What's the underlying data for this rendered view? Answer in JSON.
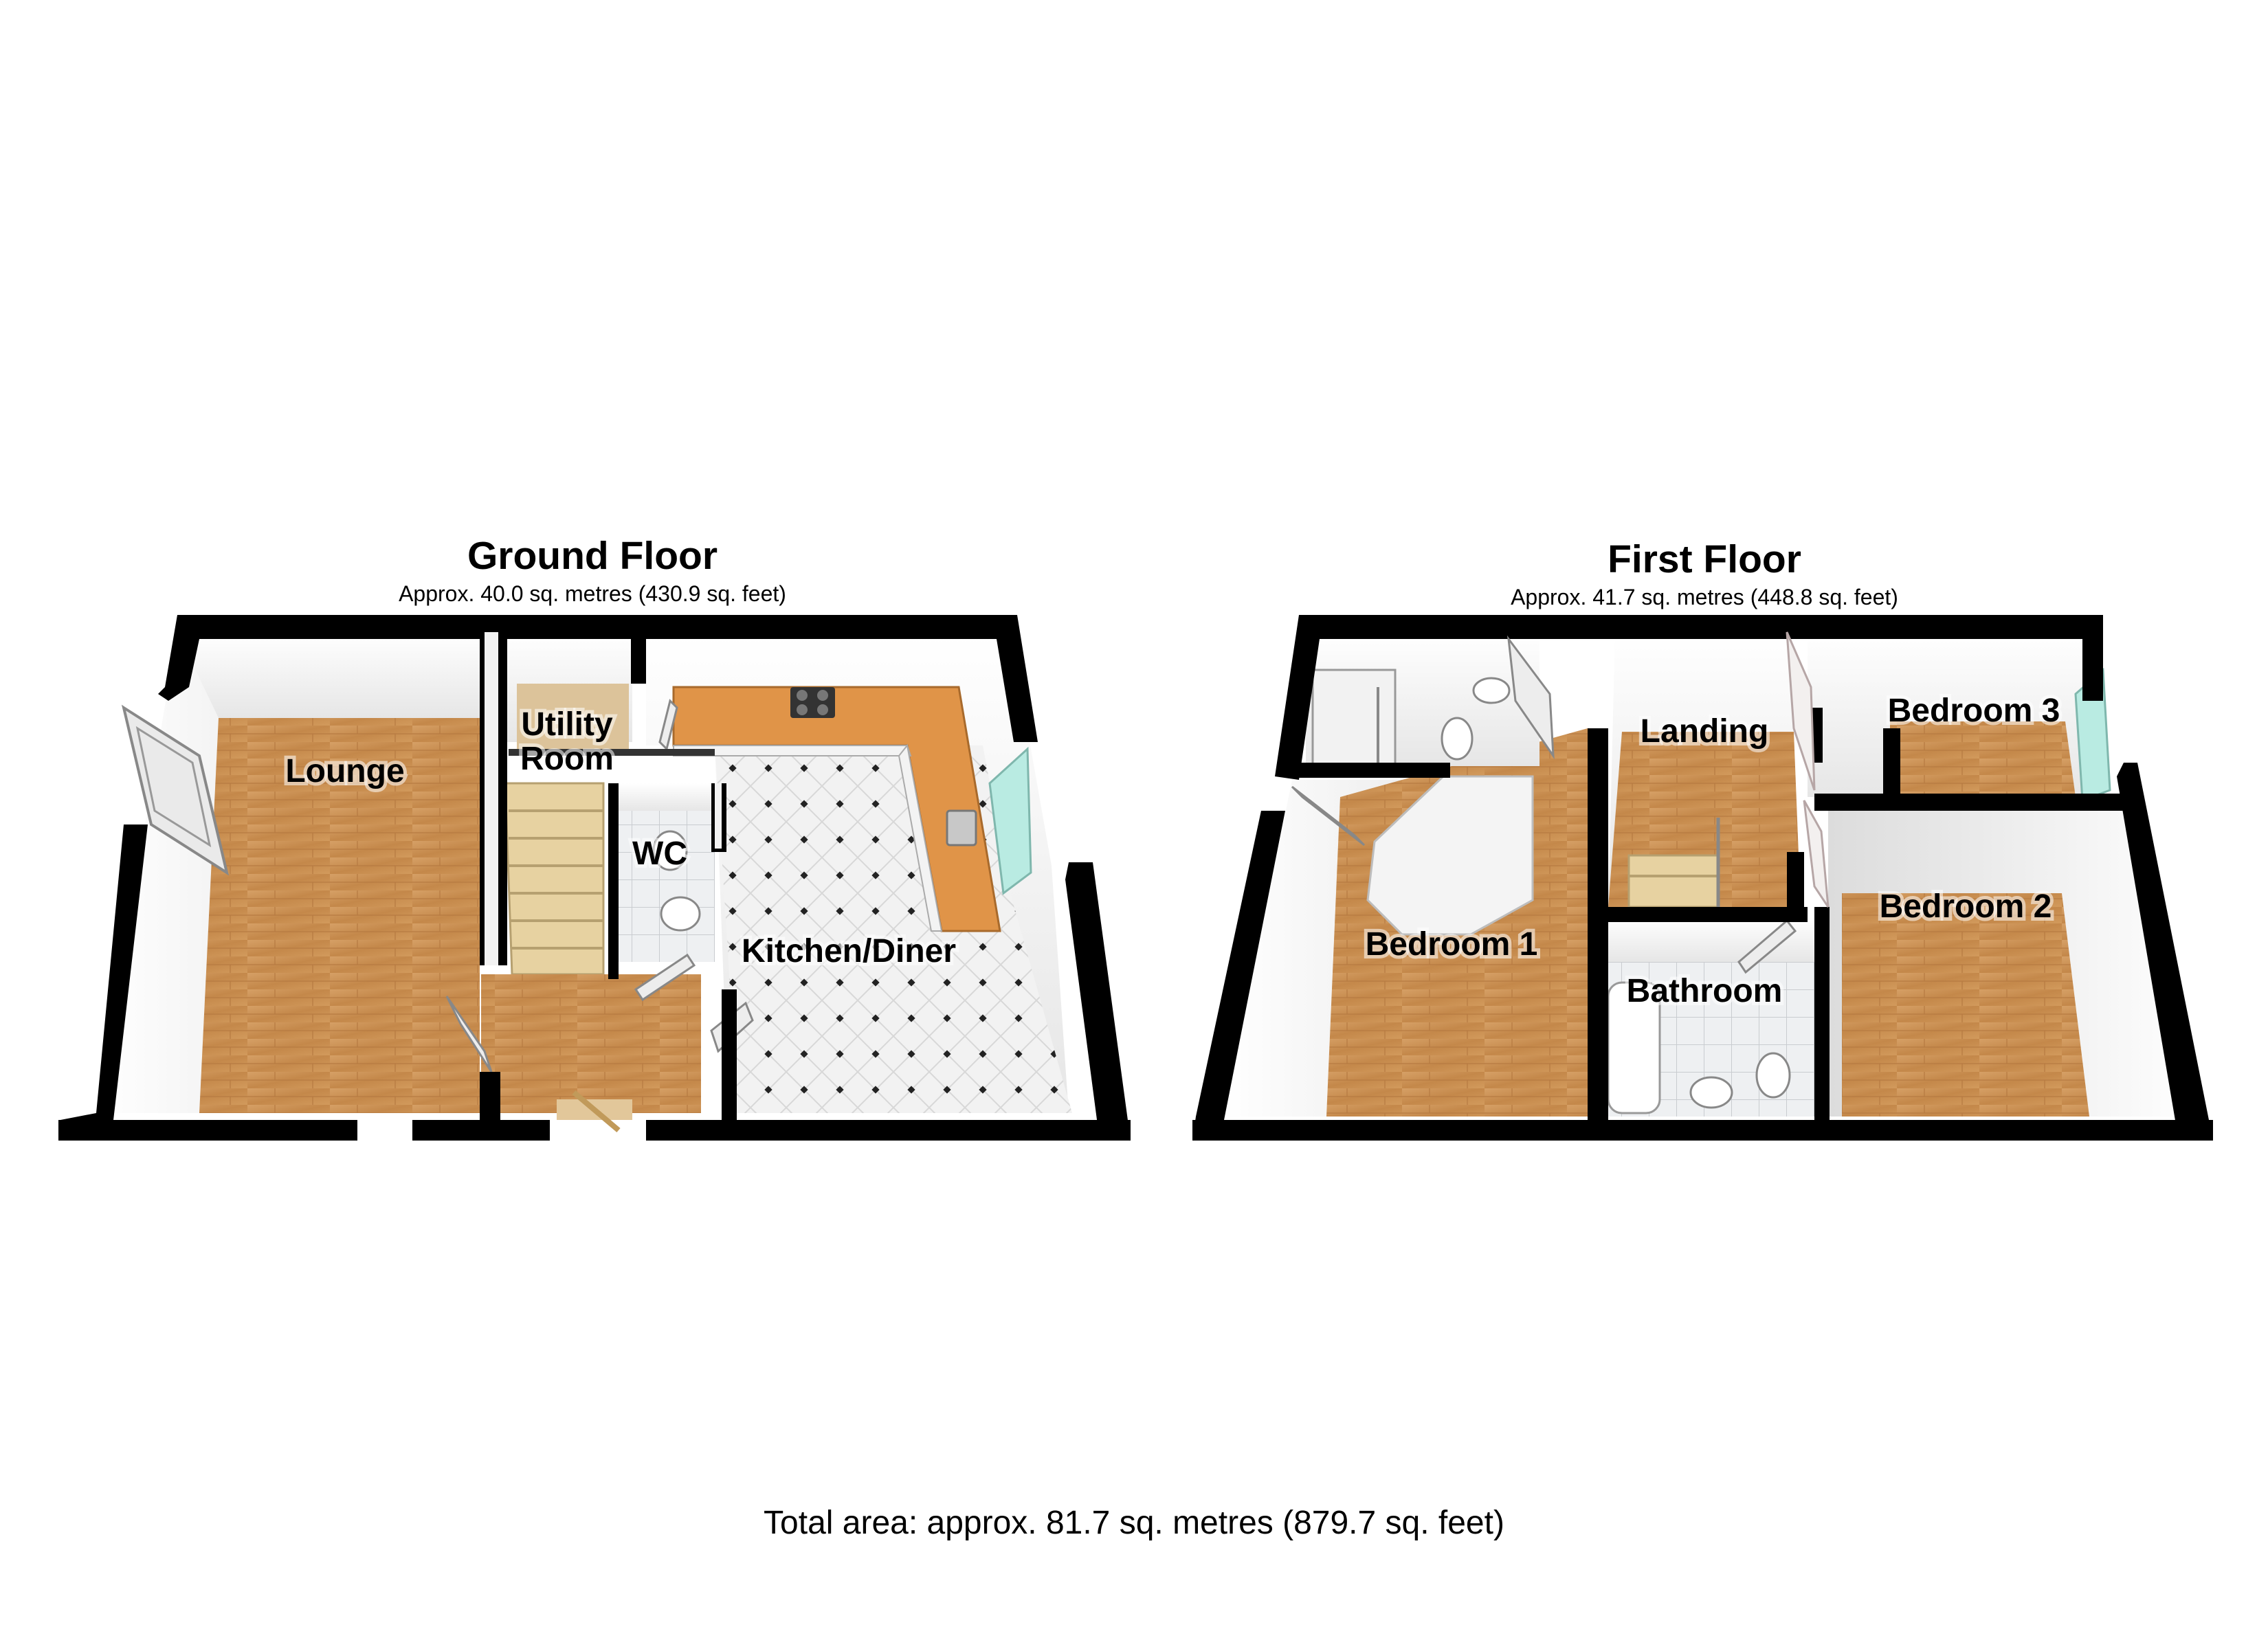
{
  "ground_floor": {
    "title": "Ground Floor",
    "area": "Approx. 40.0 sq. metres (430.9 sq. feet)",
    "rooms": {
      "lounge": "Lounge",
      "utility_line1": "Utility",
      "utility_line2": "Room",
      "wc": "WC",
      "kitchen": "Kitchen/Diner"
    }
  },
  "first_floor": {
    "title": "First Floor",
    "area": "Approx. 41.7 sq. metres (448.8 sq. feet)",
    "rooms": {
      "landing": "Landing",
      "bedroom3": "Bedroom 3",
      "bedroom1": "Bedroom 1",
      "bedroom2": "Bedroom 2",
      "bathroom": "Bathroom"
    }
  },
  "total_area": "Total area: approx. 81.7 sq. metres (879.7 sq. feet)",
  "colors": {
    "wall": "#000000",
    "wood_floor": "#c98a4a",
    "tile_floor": "#f4f4f4",
    "worktop": "#e0944a",
    "stairs": "#e8d5a6",
    "inner_wall": "#ffffff"
  }
}
